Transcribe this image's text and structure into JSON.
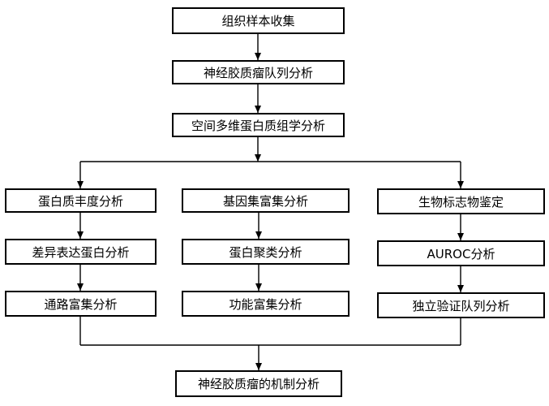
{
  "nodes": {
    "collect": "组织样本收集",
    "cohort": "神经胶质瘤队列分析",
    "spatial": "空间多维蛋白质组学分析",
    "abundance": "蛋白质丰度分析",
    "geneset": "基因集富集分析",
    "biomarker": "生物标志物鉴定",
    "diffexp": "差异表达蛋白分析",
    "cluster": "蛋白聚类分析",
    "auroc": "AUROC分析",
    "pathway": "通路富集分析",
    "functional": "功能富集分析",
    "validation": "独立验证队列分析",
    "mechanism": "神经胶质瘤的机制分析"
  }
}
